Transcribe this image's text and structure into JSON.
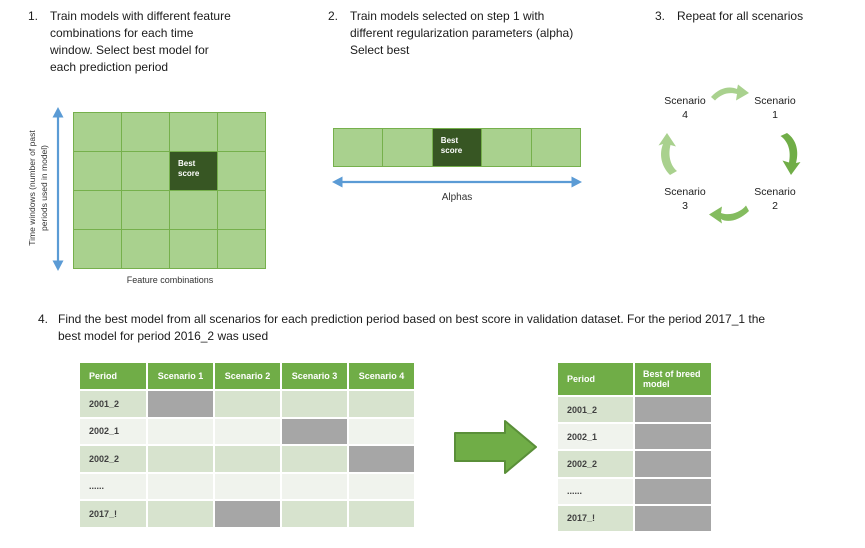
{
  "colors": {
    "light_green": "#A9D18E",
    "grid_line_green": "#76B04C",
    "dark_green": "#375623",
    "table_header_green": "#70AD47",
    "row_band_dark": "#D7E3CE",
    "row_band_light": "#F0F3ED",
    "selected_gray": "#A6A6A6",
    "arrow_blue": "#5B9BD5"
  },
  "step1": {
    "number": "1.",
    "lines": [
      "Train models with different feature",
      "combinations for each time",
      "window. Select best model for",
      "each prediction period"
    ]
  },
  "step2": {
    "number": "2.",
    "lines": [
      "Train models selected on step 1 with",
      "different regularization parameters (alpha)",
      "Select best"
    ]
  },
  "step3": {
    "number": "3.",
    "lines": [
      "Repeat for all scenarios"
    ]
  },
  "step4": {
    "number": "4.",
    "lines": [
      "Find the best model from all scenarios for each prediction period based on best score in validation dataset. For the period 2017_1 the",
      "best model for period 2016_2 was used"
    ]
  },
  "chart_step1": {
    "type": "grid",
    "rows": 4,
    "cols": 4,
    "best": {
      "row": 2,
      "col": 3,
      "label": "Best score"
    },
    "x_axis_label": "Feature combinations",
    "y_axis_label": "Time windows (number of past periods used in model)",
    "y_axis_label_lines": [
      "Time windows (number of past",
      "periods used in model)"
    ]
  },
  "chart_step2": {
    "type": "strip",
    "cells": 5,
    "best": {
      "index": 3,
      "label": "Best score"
    },
    "axis_label": "Alphas"
  },
  "cycle": {
    "top_left": {
      "line1": "Scenario",
      "line2": "4"
    },
    "top_right": {
      "line1": "Scenario",
      "line2": "1"
    },
    "bottom_right": {
      "line1": "Scenario",
      "line2": "2"
    },
    "bottom_left": {
      "line1": "Scenario",
      "line2": "3"
    }
  },
  "scenario_table": {
    "headers": [
      "Period",
      "Scenario 1",
      "Scenario 2",
      "Scenario 3",
      "Scenario 4"
    ],
    "rows": [
      {
        "period": "2001_2",
        "best": "Scenario 1"
      },
      {
        "period": "2002_1",
        "best": "Scenario 3"
      },
      {
        "period": "2002_2",
        "best": "Scenario 4"
      },
      {
        "period": "......",
        "best": null
      },
      {
        "period": "2017_!",
        "best": "Scenario 2"
      }
    ]
  },
  "best_table": {
    "header_period": "Period",
    "header_model_lines": [
      "Best of breed",
      "model"
    ],
    "rows": [
      "2001_2",
      "2002_1",
      "2002_2",
      "......",
      "2017_!"
    ]
  }
}
